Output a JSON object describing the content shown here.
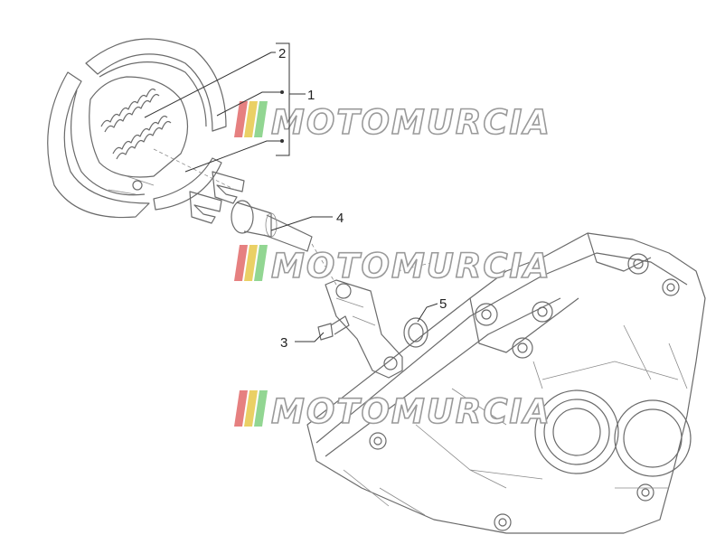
{
  "callouts": [
    {
      "id": "1",
      "label": "1"
    },
    {
      "id": "2",
      "label": "2"
    },
    {
      "id": "3",
      "label": "3"
    },
    {
      "id": "4",
      "label": "4"
    },
    {
      "id": "5",
      "label": "5"
    }
  ],
  "watermark": {
    "text": "MOTOMURCIA",
    "colors": [
      "#e26a6a",
      "#e6c84a",
      "#7fcf7f"
    ]
  }
}
